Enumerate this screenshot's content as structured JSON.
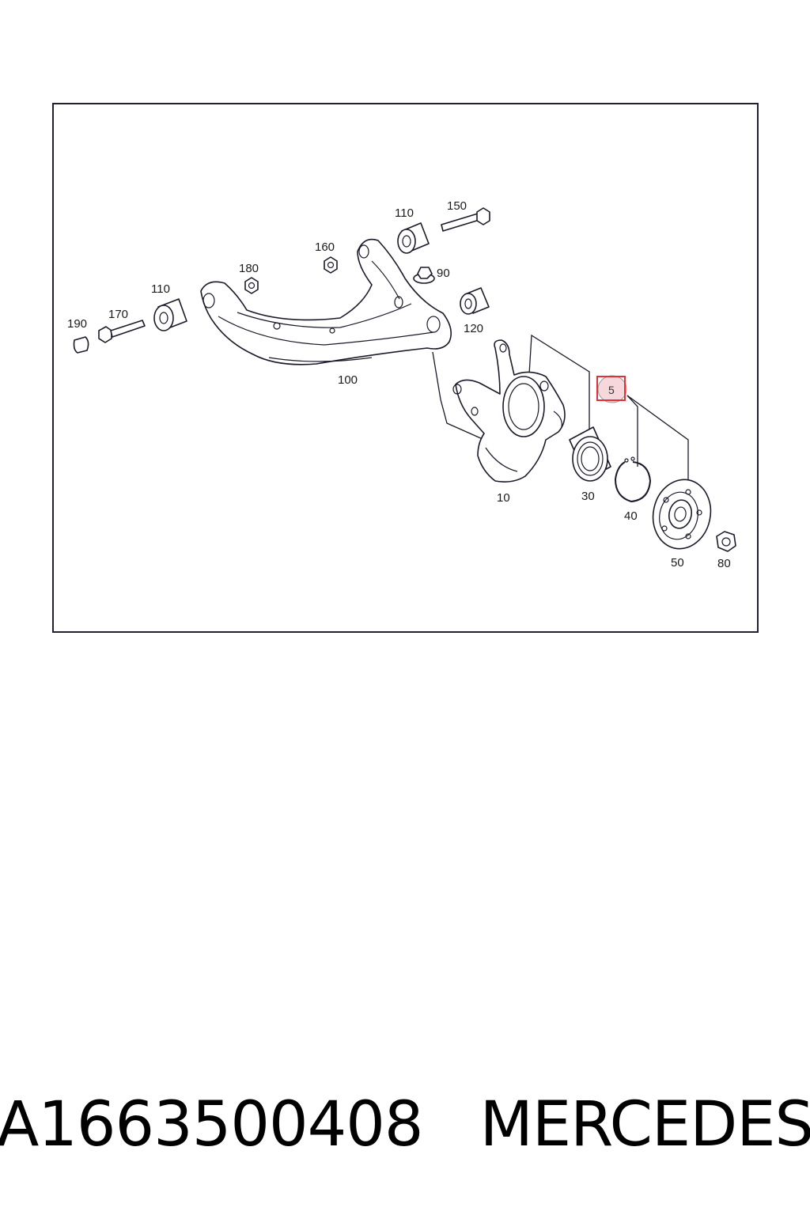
{
  "diagram": {
    "labels": {
      "p190": "190",
      "p170": "170",
      "p110a": "110",
      "p180": "180",
      "p160": "160",
      "p110b": "110",
      "p150": "150",
      "p90": "90",
      "p120": "120",
      "p100": "100",
      "p10": "10",
      "p30": "30",
      "p40": "40",
      "p50": "50",
      "p80": "80",
      "p5": "5"
    },
    "highlight_color": "#e0303a"
  },
  "caption": {
    "part_number": "A1663500408",
    "brand": "MERCEDES"
  }
}
